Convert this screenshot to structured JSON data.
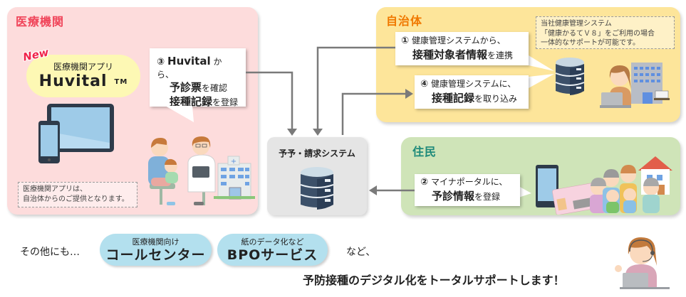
{
  "medical_institution": {
    "title": "医療機関",
    "app": {
      "new_badge": "New",
      "subtitle": "医療機関アプリ",
      "name": "Huvital",
      "trademark": "TM"
    },
    "step3": {
      "number": "③",
      "line1_bold": "Huvital",
      "line1_rest": "から、",
      "line2_bold": "予診票",
      "line2_rest": "を確認",
      "line3_bold": "接種記録",
      "line3_rest": "を登録"
    },
    "note_line1": "医療機関アプリは、",
    "note_line2": "自治体からのご提供となります。",
    "illustrations": [
      "tablet-icon",
      "smartphone-icon",
      "mother-baby-illustration",
      "doctor-illustration",
      "hospital-icon"
    ]
  },
  "system": {
    "title": "予予・請求システム",
    "icon": "database-icon"
  },
  "municipality": {
    "title": "自治体",
    "step1": {
      "number": "①",
      "line1": "健康管理システムから、",
      "line2_bold": "接種対象者情報",
      "line2_rest": "を連携"
    },
    "step4": {
      "number": "④",
      "line1": "健康管理システムに、",
      "line2_bold": "接種記録",
      "line2_rest": "を取り込み"
    },
    "note_line1": "当社健康管理システム",
    "note_line2": "「健康かるてＶ８」をご利用の場合",
    "note_line3": "一体的なサポートが可能です。",
    "illustrations": [
      "database-icon",
      "office-worker-illustration",
      "city-hall-icon"
    ]
  },
  "residents": {
    "title": "住民",
    "step2": {
      "number": "②",
      "line1": "マイナポータルに、",
      "line2_bold": "予診情報",
      "line2_rest": "を登録"
    },
    "illustrations": [
      "smartphone-icon",
      "my-number-card-icon",
      "family-illustration",
      "house-icon"
    ]
  },
  "footer": {
    "lead": "その他にも…",
    "services": [
      {
        "sub": "医療機関向け",
        "main": "コールセンター"
      },
      {
        "sub": "紙のデータ化など",
        "main": "BPOサービス"
      }
    ],
    "etc": "など、",
    "tagline": "予防接種のデジタル化をトータルサポートします！",
    "illustration": "operator-illustration"
  },
  "colors": {
    "medical_bg": "#fddcdc",
    "medical_title": "#f0455a",
    "municipality_bg": "#fde59a",
    "municipality_title": "#f07800",
    "residents_bg": "#cfe4b8",
    "residents_title": "#1e8a7a",
    "system_bg": "#e5e5e5",
    "pill_bg": "#b3e0ee",
    "arrow": "#7a7a7a"
  }
}
